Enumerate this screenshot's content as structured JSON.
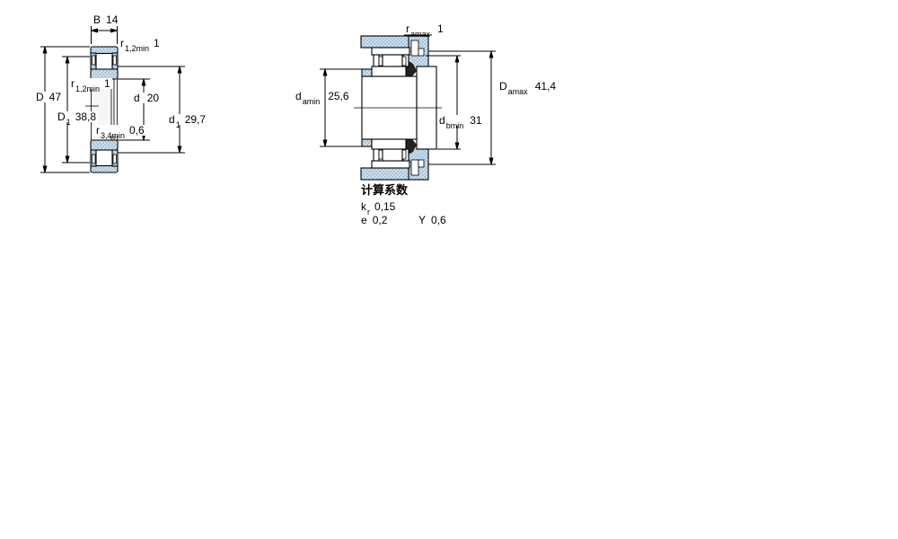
{
  "drawing_type": "bearing-dimension-diagram",
  "colors": {
    "background": "#ffffff",
    "section_fill_base": "#cfe0ec",
    "section_fill_dot": "#88aecd",
    "line": "#000000"
  },
  "left_view": {
    "labels": {
      "B": {
        "sym": "B",
        "val": "14"
      },
      "r12_top": {
        "sym": "r",
        "sub": "1,2min",
        "val": "1"
      },
      "D": {
        "sym": "D",
        "val": "47"
      },
      "r12_mid": {
        "sym": "r",
        "sub": "1,2min",
        "val": "1"
      },
      "D1": {
        "sym": "D",
        "sub": "1",
        "val": "38,8"
      },
      "r34": {
        "sym": "r",
        "sub": "3,4min",
        "val": "0,6"
      },
      "d": {
        "sym": "d",
        "val": "20"
      },
      "d1": {
        "sym": "d",
        "sub": "1",
        "val": "29,7"
      }
    }
  },
  "right_view": {
    "labels": {
      "r_amax": {
        "sym": "r",
        "sub": "amax",
        "val": "1"
      },
      "d_amin": {
        "sym": "d",
        "sub": "amin",
        "val": "25,6"
      },
      "D_amax": {
        "sym": "D",
        "sub": "amax",
        "val": "41,4"
      },
      "d_bmin": {
        "sym": "d",
        "sub": "bmin",
        "val": "31"
      }
    }
  },
  "factors": {
    "title": "计算系数",
    "kr": {
      "sym": "k",
      "sub": "r",
      "val": "0,15"
    },
    "e": {
      "sym": "e",
      "val": "0,2"
    },
    "Y": {
      "sym": "Y",
      "val": "0,6"
    }
  }
}
